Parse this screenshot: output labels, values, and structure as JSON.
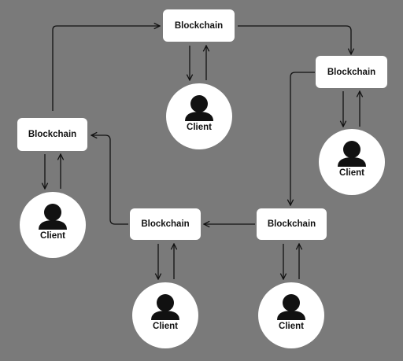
{
  "colors": {
    "background": "#7a7a7a",
    "node_fill": "#ffffff",
    "stroke": "#111111"
  },
  "nodes": [
    {
      "id": "b1",
      "label": "Blockchain"
    },
    {
      "id": "b2",
      "label": "Blockchain"
    },
    {
      "id": "b3",
      "label": "Blockchain"
    },
    {
      "id": "b4",
      "label": "Blockchain"
    },
    {
      "id": "b5",
      "label": "Blockchain"
    }
  ],
  "clients": [
    {
      "id": "c1",
      "label": "Client",
      "icon": "user-icon"
    },
    {
      "id": "c2",
      "label": "Client",
      "icon": "user-icon"
    },
    {
      "id": "c3",
      "label": "Client",
      "icon": "user-icon"
    },
    {
      "id": "c4",
      "label": "Client",
      "icon": "user-icon"
    },
    {
      "id": "c5",
      "label": "Client",
      "icon": "user-icon"
    }
  ],
  "edges": [
    {
      "from": "b1",
      "to": "b2"
    },
    {
      "from": "b2",
      "to": "b3"
    },
    {
      "from": "b3",
      "to": "b4"
    },
    {
      "from": "b4",
      "to": "b5"
    },
    {
      "from": "b5",
      "to": "b1"
    }
  ]
}
